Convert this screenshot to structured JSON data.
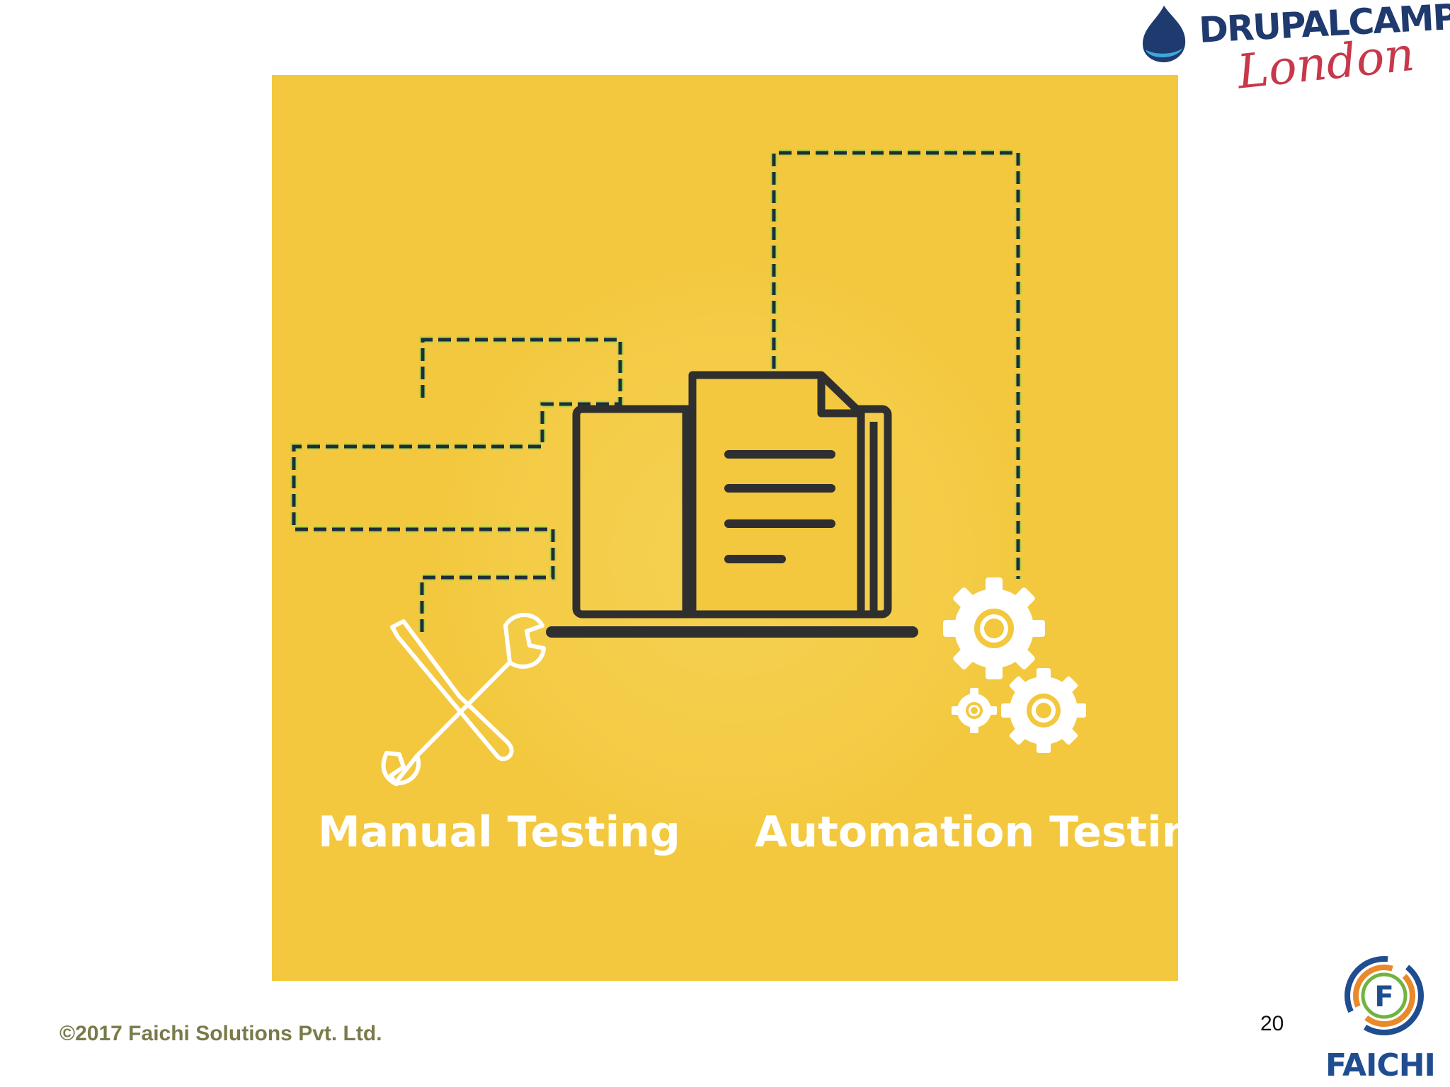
{
  "slide": {
    "manual_caption": "Manual Testing",
    "automation_caption": "Automation Testing",
    "copyright": "©2017 Faichi Solutions Pvt. Ltd.",
    "page_number": "20"
  },
  "logos": {
    "event_title": "DRUPALCAMP",
    "event_city": "London",
    "company": "FAICHI",
    "company_initial": "F"
  },
  "icons": [
    "drupal-drop-icon",
    "laptop-icon",
    "document-icon",
    "tools-icon",
    "gear-icon",
    "faichi-logo-icon"
  ],
  "colors": {
    "panel": "#f3c83e",
    "dark_lines": "#2f2f2f",
    "dashed_path": "#1f2d3a",
    "dash_glow": "#9ed34a",
    "caption_text": "#ffffff",
    "drupal_blue": "#1f3a6e",
    "london_red": "#c7384a"
  }
}
